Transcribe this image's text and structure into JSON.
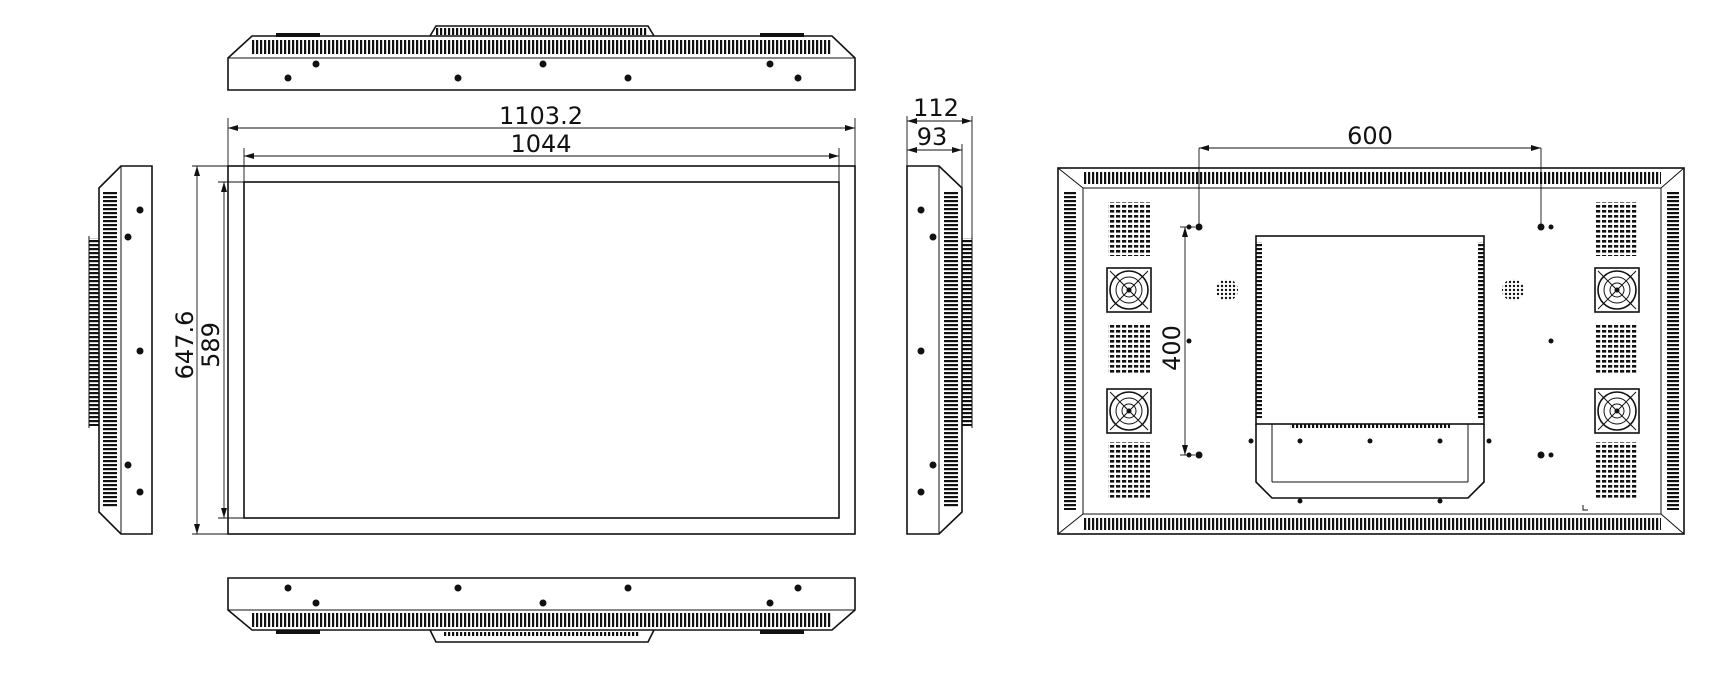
{
  "drawing": {
    "dimensions": {
      "overall_width": "1103.2",
      "active_width": "1044",
      "overall_height": "647.6",
      "active_height": "589",
      "overall_depth": "112",
      "body_depth": "93",
      "vesa_horizontal": "600",
      "vesa_vertical": "400"
    },
    "colors": {
      "line": "#111111",
      "background": "#ffffff"
    }
  }
}
